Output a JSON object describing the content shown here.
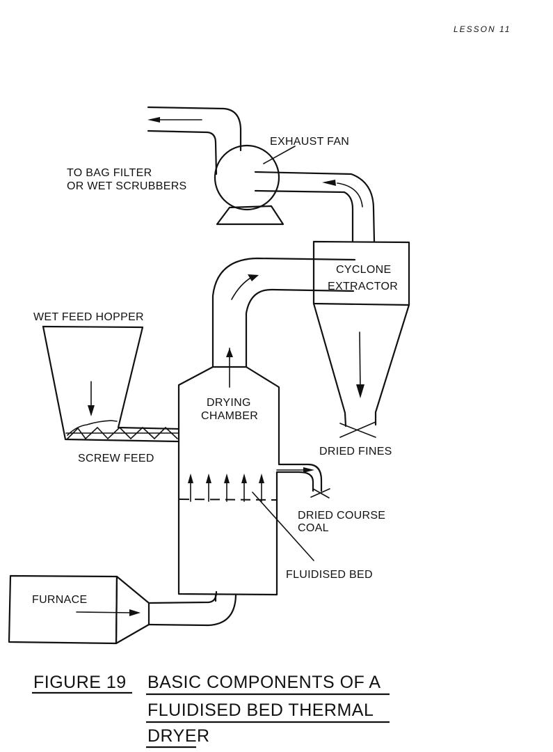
{
  "header": {
    "lesson_label": "LESSON 11"
  },
  "labels": {
    "exhaust_fan": "EXHAUST FAN",
    "to_bag_filter_line1": "TO BAG FILTER",
    "to_bag_filter_line2": "OR WET SCRUBBERS",
    "cyclone_line1": "CYCLONE",
    "cyclone_line2": "EXTRACTOR",
    "wet_feed_hopper": "WET FEED HOPPER",
    "drying_line1": "DRYING",
    "drying_line2": "CHAMBER",
    "screw_feed": "SCREW FEED",
    "dried_fines": "DRIED FINES",
    "dried_coal_line1": "DRIED COURSE",
    "dried_coal_line2": "COAL",
    "fluidised_bed": "FLUIDISED BED",
    "furnace": "FURNACE"
  },
  "caption": {
    "figure_number": "FIGURE 19",
    "title_line1": "BASIC COMPONENTS OF A",
    "title_line2": "FLUIDISED BED THERMAL",
    "title_line3": "DRYER"
  }
}
